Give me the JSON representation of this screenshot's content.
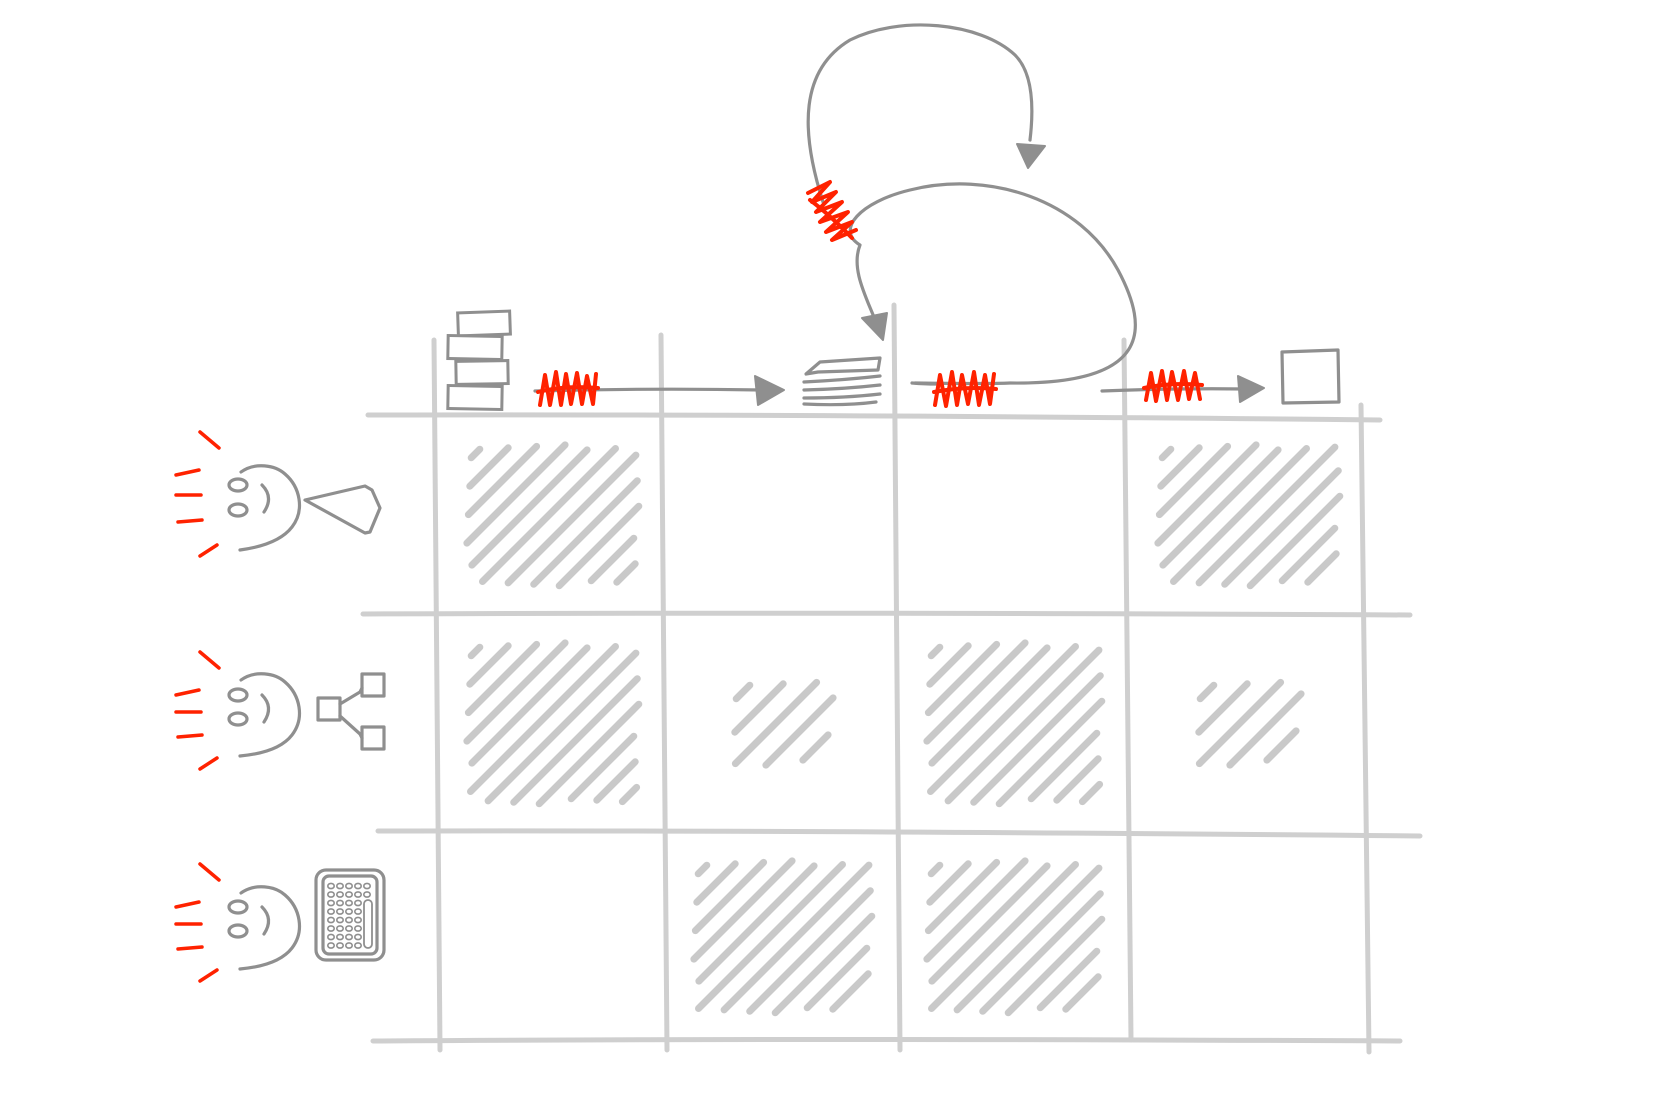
{
  "diagram": {
    "columns": [
      {
        "id": "col-1",
        "icon": "stacked-blocks-icon"
      },
      {
        "id": "col-2",
        "icon": "stacked-plates-icon"
      },
      {
        "id": "col-3",
        "icon": "none"
      },
      {
        "id": "col-4",
        "icon": "empty-square-icon"
      }
    ],
    "rows": [
      {
        "id": "row-1",
        "person_icon": "person-face-icon",
        "role_icon": "tie-icon"
      },
      {
        "id": "row-2",
        "person_icon": "person-face-icon",
        "role_icon": "network-nodes-icon"
      },
      {
        "id": "row-3",
        "person_icon": "person-face-icon",
        "role_icon": "calculator-icon"
      }
    ],
    "cell_intensity": [
      [
        1,
        0,
        0,
        1
      ],
      [
        1,
        0.5,
        1,
        0.5
      ],
      [
        0,
        1,
        1,
        0
      ]
    ],
    "flow": [
      {
        "from": "col-1",
        "to": "col-2",
        "marker": "red-scribble"
      },
      {
        "from": "col-3",
        "to": "col-4",
        "marker": "red-scribble"
      },
      {
        "from": "col-3",
        "to": "col-2",
        "type": "loop-back",
        "marker": "red-scribble"
      },
      {
        "from": "col-2",
        "to": "col-3",
        "type": "loop-over",
        "marker": "red-scribble"
      }
    ],
    "colors": {
      "grid": "#cfcfcf",
      "hatch": "#c9c9c9",
      "ink": "#8f8f8f",
      "accent": "#ff2200",
      "background": "#ffffff"
    }
  }
}
